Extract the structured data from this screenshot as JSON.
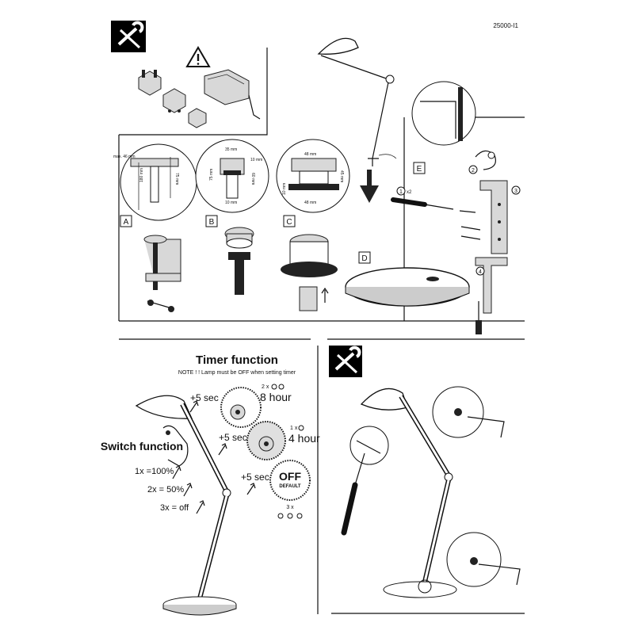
{
  "doc_code": "25000-I1",
  "panel_labels": {
    "a": "A",
    "b": "B",
    "c": "C",
    "d": "D",
    "e": "E"
  },
  "dimensions": {
    "a_max": "max. 46 mm",
    "a_75": "75 mm",
    "a_180": "180 mm",
    "b_35": "35 mm",
    "b_75": "75 mm",
    "b_60": "60 mm",
    "b_10top": "10 mm",
    "b_10bottom": "10 mm",
    "c_48top": "48 mm",
    "c_48bottom": "48 mm",
    "c_45": "45 mm",
    "c_10": "10 mm"
  },
  "steps": {
    "s1": "1",
    "s1_qty": "x2",
    "s2": "2",
    "s3": "3",
    "s4": "4"
  },
  "timer": {
    "title": "Timer function",
    "note": "NOTE ! ! Lamp must be OFF when setting timer",
    "plus1": "+5 sec",
    "plus2": "+5 sec",
    "plus3": "+5 sec",
    "count2x": "2 x",
    "count1x": "1 x",
    "count3x": "3 x",
    "hour8": "8 hour",
    "hour4": "4 hour",
    "off": "OFF",
    "default": "DEFAULT"
  },
  "switch": {
    "title": "Switch function",
    "l1": "1x =100%",
    "l2": "2x = 50%",
    "l3": "3x = off"
  },
  "icons": {
    "tool": "wrench-screwdriver-icon",
    "warning": "warning-triangle-icon",
    "arrow": "down-arrow-icon"
  },
  "colors": {
    "ink": "#111111",
    "panel_grey": "#d8d8d8"
  }
}
